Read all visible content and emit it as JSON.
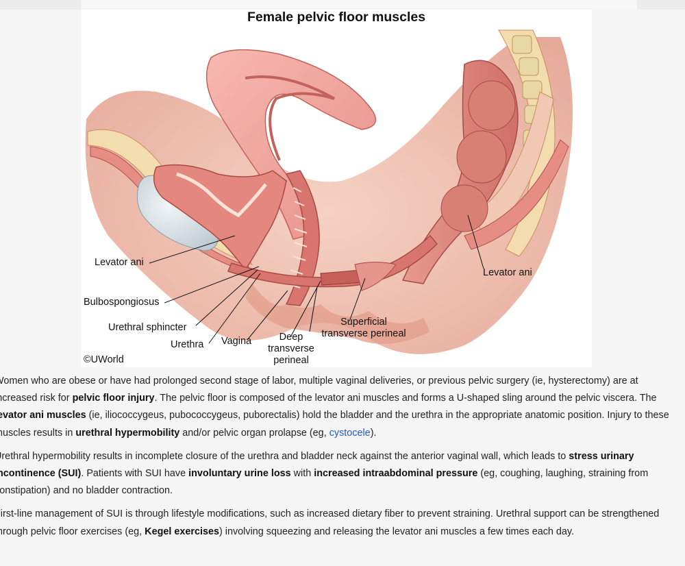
{
  "figure": {
    "title": "Female pelvic floor muscles",
    "labels": {
      "levator_ani_left": "Levator ani",
      "bulbospongiosus": "Bulbospongiosus",
      "urethral_sphincter": "Urethral sphincter",
      "urethra": "Urethra",
      "vagina": "Vagina",
      "deep_transverse_1": "Deep",
      "deep_transverse_2": "transverse",
      "deep_transverse_3": "perineal",
      "superficial_1": "Superficial",
      "superficial_2": "transverse perineal",
      "levator_ani_right": "Levator ani"
    },
    "credit": "©UWorld"
  },
  "body": {
    "p1": {
      "a": "Women who are obese or have had prolonged second stage of labor, multiple vaginal deliveries, or previous pelvic surgery (ie, hysterectomy) are at increased risk for ",
      "b": "pelvic floor injury",
      "c": ".  The pelvic floor is composed of the levator ani muscles and forms a U-shaped sling around the pelvic viscera.  The ",
      "d": "levator ani muscles",
      "e": " (ie, iliococcygeus, pubococcygeus, puborectalis) hold the bladder and the urethra in the appropriate anatomic position.  Injury to these muscles results in ",
      "f": "urethral hypermobility",
      "g": " and/or pelvic organ prolapse (eg, ",
      "h": "cystocele",
      "i": ")."
    },
    "p2": {
      "a": "Urethral hypermobility results in incomplete closure of the urethra and bladder neck against the anterior vaginal wall, which leads to ",
      "b": "stress urinary incontinence (SUI)",
      "c": ".  Patients with SUI have ",
      "d": "involuntary urine loss",
      "e": " with ",
      "f": "increased intraabdominal pressure",
      "g": " (eg, coughing, laughing, straining from constipation) and no bladder contraction."
    },
    "p3": {
      "a": "First-line management of SUI is through lifestyle modifications, such as increased dietary fiber to prevent straining.  Urethral support can be strengthened through pelvic floor exercises (eg, ",
      "b": "Kegel exercises",
      "c": ") involving squeezing and releasing the levator ani muscles a few times each day."
    }
  },
  "colors": {
    "link": "#2a57c6",
    "muscle": "#d9756f",
    "muscle_dark": "#b4504c",
    "tissue": "#f0c8b3",
    "fat": "#f3dcae",
    "bone": "#e9d7a6"
  }
}
